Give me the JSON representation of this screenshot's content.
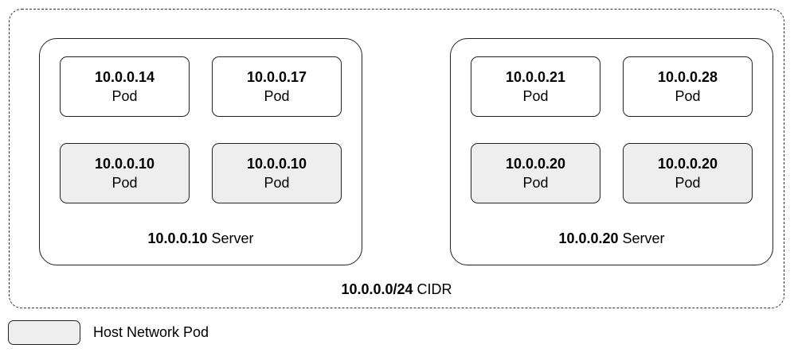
{
  "cidr": {
    "address": "10.0.0.0/24",
    "label": "CIDR"
  },
  "servers": [
    {
      "address": "10.0.0.10",
      "label": "Server",
      "pods": [
        {
          "ip": "10.0.0.14",
          "label": "Pod",
          "host_network": false
        },
        {
          "ip": "10.0.0.17",
          "label": "Pod",
          "host_network": false
        },
        {
          "ip": "10.0.0.10",
          "label": "Pod",
          "host_network": true
        },
        {
          "ip": "10.0.0.10",
          "label": "Pod",
          "host_network": true
        }
      ]
    },
    {
      "address": "10.0.0.20",
      "label": "Server",
      "pods": [
        {
          "ip": "10.0.0.21",
          "label": "Pod",
          "host_network": false
        },
        {
          "ip": "10.0.0.28",
          "label": "Pod",
          "host_network": false
        },
        {
          "ip": "10.0.0.20",
          "label": "Pod",
          "host_network": true
        },
        {
          "ip": "10.0.0.20",
          "label": "Pod",
          "host_network": true
        }
      ]
    }
  ],
  "legend": {
    "label": "Host Network Pod",
    "swatch_color": "#eeeeee"
  },
  "colors": {
    "host_pod_fill": "#eeeeee",
    "pod_fill": "#ffffff",
    "border": "#222222"
  }
}
